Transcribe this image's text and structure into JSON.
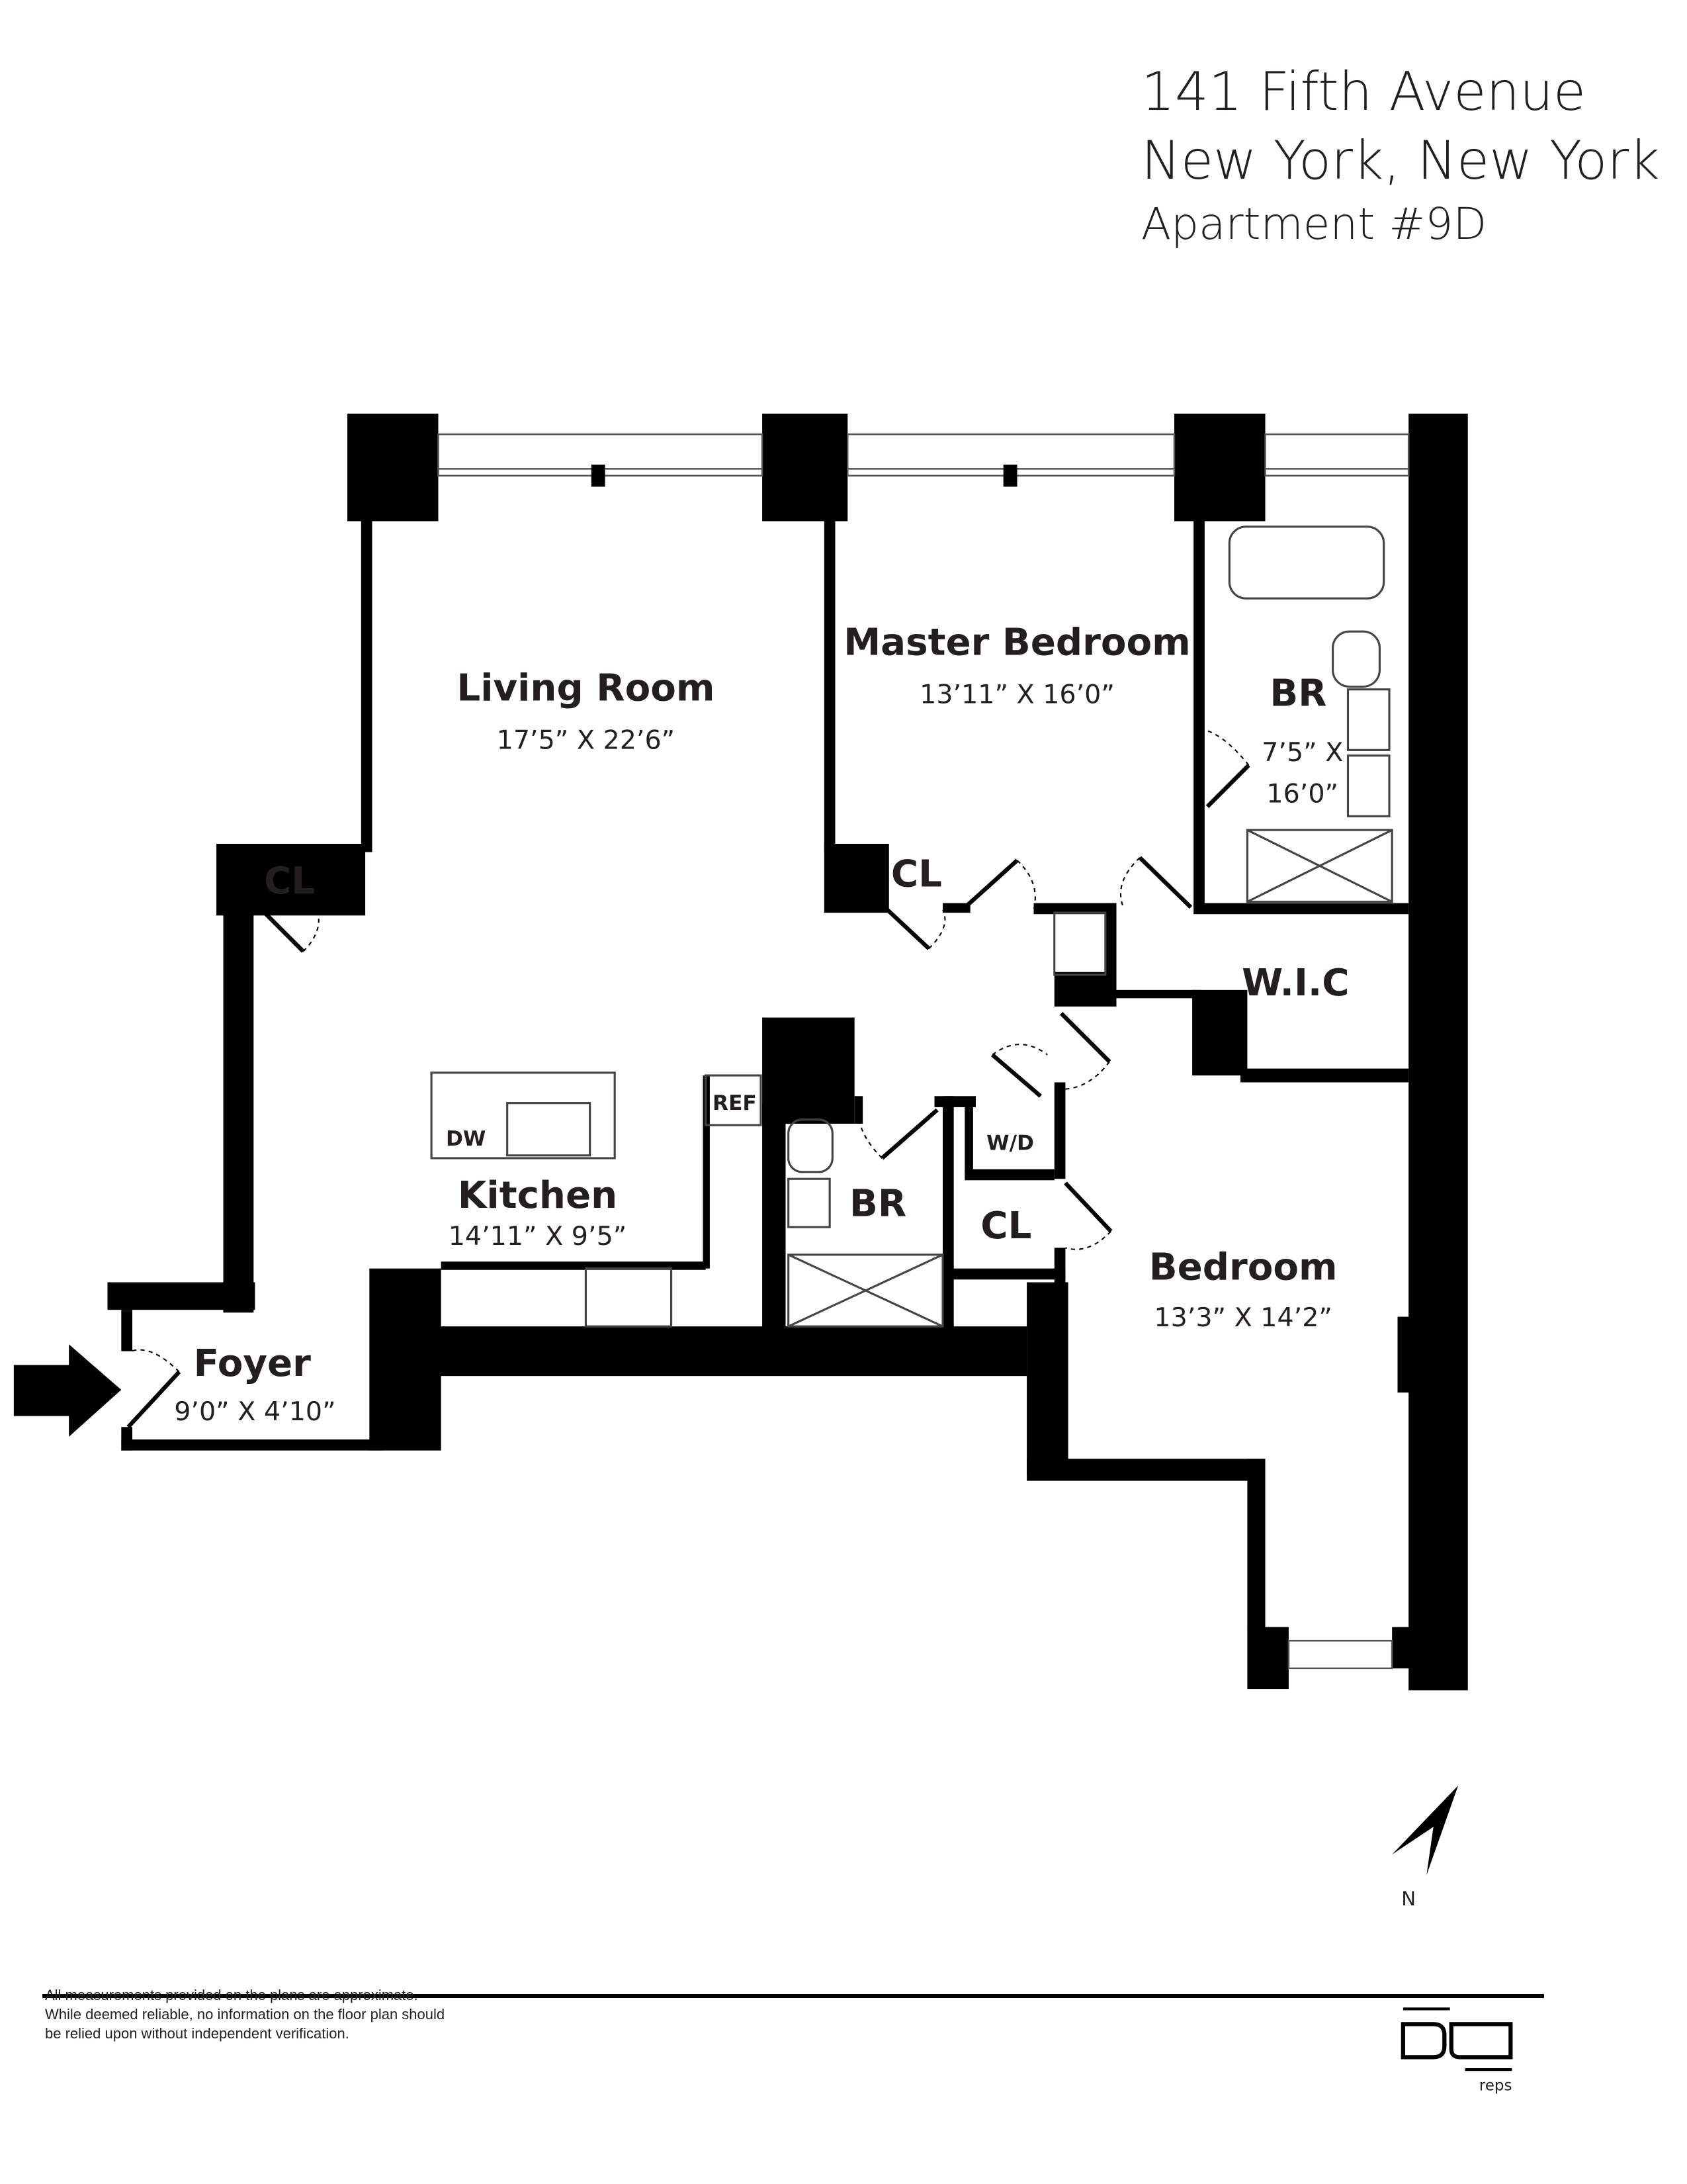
{
  "header": {
    "address_line": "141 Fifth Avenue",
    "city_line": "New York, New York",
    "unit_line": "Apartment #9D"
  },
  "rooms": {
    "living_room": {
      "name": "Living Room",
      "dims": "17’5” X 22’6”"
    },
    "master_bedroom": {
      "name": "Master Bedroom",
      "dims": "13’11” X 16’0”"
    },
    "master_bath": {
      "name": "BR",
      "dims_line1": "7’5” X",
      "dims_line2": "16’0”"
    },
    "closet_living": {
      "name": "CL"
    },
    "closet_master": {
      "name": "CL"
    },
    "wic": {
      "name": "W.I.C"
    },
    "kitchen": {
      "name": "Kitchen",
      "dims": "14’11” X 9’5”"
    },
    "dishwasher": {
      "name": "DW"
    },
    "refrigerator": {
      "name": "REF"
    },
    "bath2": {
      "name": "BR"
    },
    "washer_dryer": {
      "name": "W/D"
    },
    "closet_hall": {
      "name": "CL"
    },
    "bedroom": {
      "name": "Bedroom",
      "dims": "13’3” X 14’2”"
    },
    "foyer": {
      "name": "Foyer",
      "dims": "9’0” X 4’10”"
    }
  },
  "compass": {
    "label": "N"
  },
  "footer": {
    "disclaimer": "All measurements provided on the plans are approximate. While deemed reliable, no information on the floor plan should be relied upon without independent verification.",
    "logo_text": "DD reps"
  }
}
